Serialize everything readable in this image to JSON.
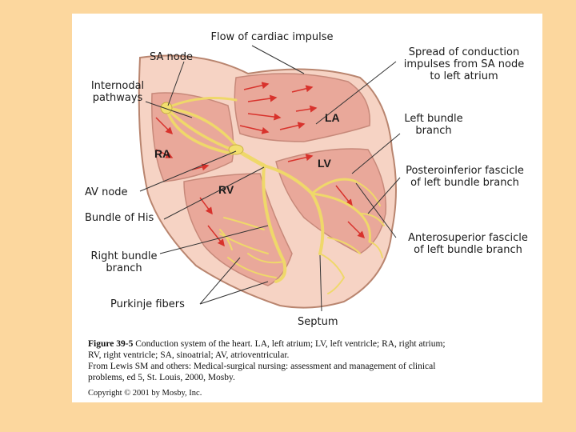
{
  "labels": {
    "flow": "Flow of cardiac impulse",
    "sa_node": "SA node",
    "internodal": "Internodal\npathways",
    "spread": "Spread of conduction\nimpulses from SA node\nto left atrium",
    "left_bundle": "Left bundle\nbranch",
    "posteroinferior": "Posteroinferior fascicle\nof left bundle branch",
    "av_node": "AV node",
    "bundle_his": "Bundle of His",
    "right_bundle": "Right bundle\nbranch",
    "anterosuperior": "Anterosuperior fascicle\nof left bundle branch",
    "purkinje": "Purkinje fibers",
    "septum": "Septum"
  },
  "chambers": {
    "la": "LA",
    "ra": "RA",
    "lv": "LV",
    "rv": "RV"
  },
  "caption": {
    "figure": "Figure 39-5",
    "line1": "Conduction system of the heart. LA, left atrium; LV, left ventricle; RA, right atrium;",
    "line2": "RV, right ventricle; SA, sinoatrial; AV, atrioventricular.",
    "line3": "From Lewis SM and others: Medical-surgical nursing: assessment and management of clinical",
    "line4": "problems, ed 5, St. Louis, 2000, Mosby.",
    "copyright": "Copyright © 2001 by Mosby, Inc."
  },
  "colors": {
    "background": "#fcd79e",
    "heart_outer": "#f6d3c4",
    "chamber_fill": "#e9a89a",
    "conduction": "#f7e98a",
    "arrows": "#d8322c"
  }
}
